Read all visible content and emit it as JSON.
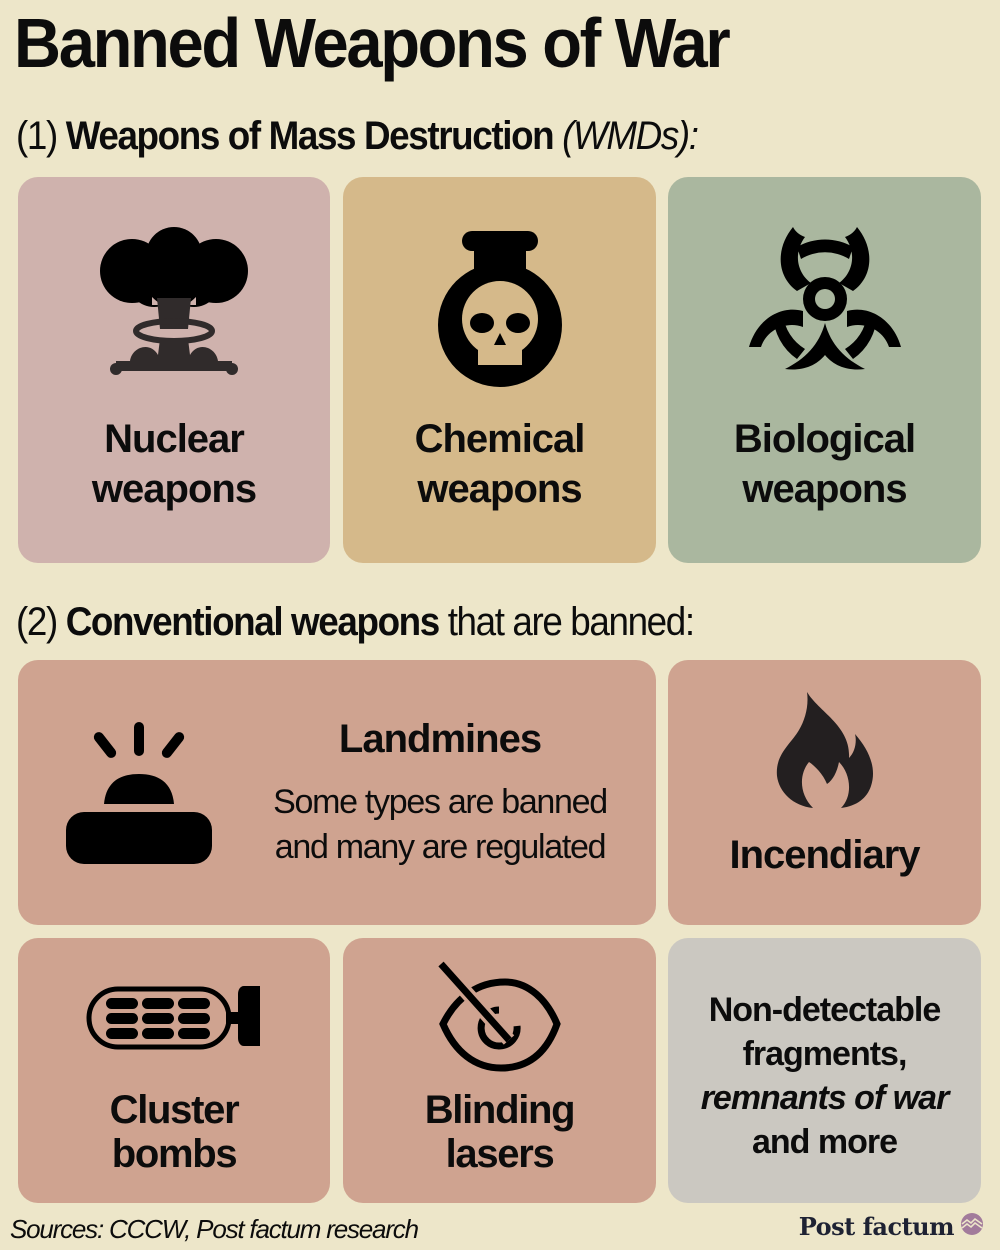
{
  "title": "Banned Weapons of War",
  "section1": {
    "number": "(1)",
    "bold": "Weapons of Mass Destruction",
    "italic": "(WMDs):"
  },
  "wmd_cards": [
    {
      "icon": "mushroom-cloud-icon",
      "line1": "Nuclear",
      "line2": "weapons",
      "bg": "#cfb2ad"
    },
    {
      "icon": "poison-flask-skull-icon",
      "line1": "Chemical",
      "line2": "weapons",
      "bg": "#d5b98a"
    },
    {
      "icon": "biohazard-icon",
      "line1": "Biological",
      "line2": "weapons",
      "bg": "#aab79f"
    }
  ],
  "section2": {
    "number": "(2)",
    "bold": "Conventional weapons",
    "plain": "that are banned:"
  },
  "conventional_cards": {
    "landmines": {
      "icon": "landmine-icon",
      "title": "Landmines",
      "desc_line1": "Some types are banned",
      "desc_line2": "and many are regulated",
      "bg": "#cfa390"
    },
    "incendiary": {
      "icon": "flame-icon",
      "label": "Incendiary",
      "bg": "#cfa390"
    },
    "cluster": {
      "icon": "cluster-bomb-icon",
      "line1": "Cluster",
      "line2": "bombs",
      "bg": "#cfa390"
    },
    "lasers": {
      "icon": "blinded-eye-icon",
      "line1": "Blinding",
      "line2": "lasers",
      "bg": "#cfa390"
    },
    "other": {
      "line1": "Non-detectable",
      "line2": "fragments,",
      "line3_italic": "remnants of war",
      "line4": "and more",
      "bg": "#cbc8c1"
    }
  },
  "footer": {
    "sources": "Sources: CCCW, Post factum research",
    "brand": "Post factum",
    "brand_logo_color": "#a27b9b"
  },
  "colors": {
    "background": "#ede6c9",
    "text": "#0c0c0c"
  }
}
